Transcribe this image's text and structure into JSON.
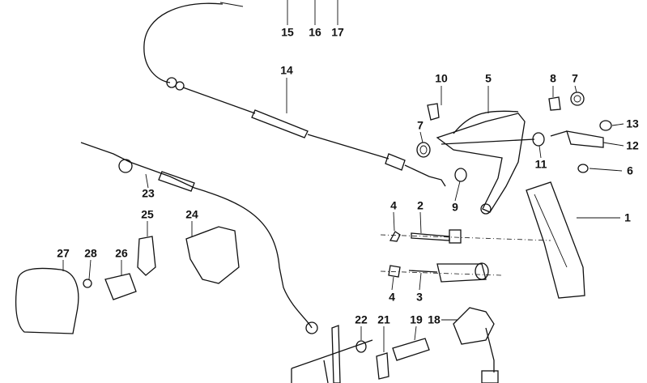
{
  "diagram": {
    "callouts": [
      {
        "id": "15",
        "label": "15"
      },
      {
        "id": "16",
        "label": "16"
      },
      {
        "id": "17",
        "label": "17"
      },
      {
        "id": "14",
        "label": "14"
      },
      {
        "id": "10",
        "label": "10"
      },
      {
        "id": "5",
        "label": "5"
      },
      {
        "id": "8",
        "label": "8"
      },
      {
        "id": "7a",
        "label": "7"
      },
      {
        "id": "13",
        "label": "13"
      },
      {
        "id": "12",
        "label": "12"
      },
      {
        "id": "7b",
        "label": "7"
      },
      {
        "id": "11",
        "label": "11"
      },
      {
        "id": "6",
        "label": "6"
      },
      {
        "id": "9",
        "label": "9"
      },
      {
        "id": "1",
        "label": "1"
      },
      {
        "id": "4a",
        "label": "4"
      },
      {
        "id": "2",
        "label": "2"
      },
      {
        "id": "23",
        "label": "23"
      },
      {
        "id": "25",
        "label": "25"
      },
      {
        "id": "24",
        "label": "24"
      },
      {
        "id": "27",
        "label": "27"
      },
      {
        "id": "28",
        "label": "28"
      },
      {
        "id": "26",
        "label": "26"
      },
      {
        "id": "4b",
        "label": "4"
      },
      {
        "id": "3",
        "label": "3"
      },
      {
        "id": "22",
        "label": "22"
      },
      {
        "id": "21",
        "label": "21"
      },
      {
        "id": "19",
        "label": "19"
      },
      {
        "id": "18",
        "label": "18"
      }
    ]
  }
}
